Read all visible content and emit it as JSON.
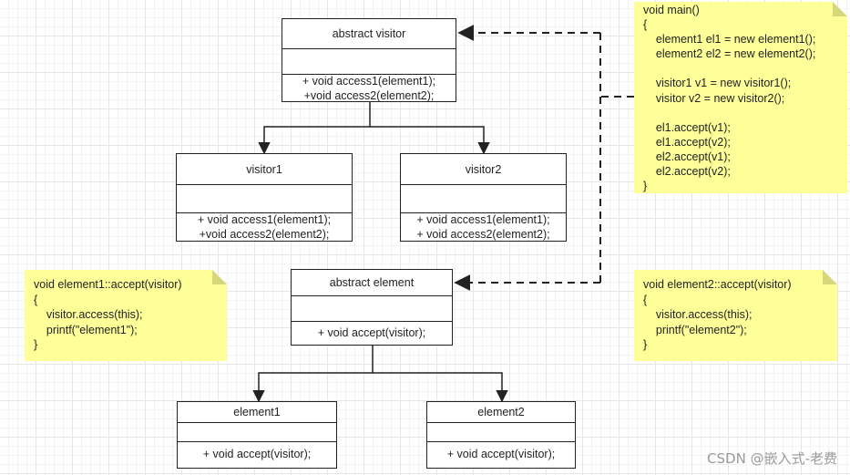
{
  "classes": {
    "abstract_visitor": {
      "name": "abstract visitor",
      "methods": [
        "+ void access1(element1);",
        "+void access2(element2);"
      ]
    },
    "visitor1": {
      "name": "visitor1",
      "methods": [
        "+ void access1(element1);",
        "+void access2(element2);"
      ]
    },
    "visitor2": {
      "name": "visitor2",
      "methods": [
        "+ void access1(element1);",
        "+ void access2(element2);"
      ]
    },
    "abstract_element": {
      "name": "abstract element",
      "methods": [
        "+ void accept(visitor);"
      ]
    },
    "element1": {
      "name": "element1",
      "methods": [
        "+ void accept(visitor);"
      ]
    },
    "element2": {
      "name": "element2",
      "methods": [
        "+ void accept(visitor);"
      ]
    }
  },
  "notes": {
    "main": [
      "void main()",
      "{",
      "    element1 el1 = new element1();",
      "    element2 el2 = new element2();",
      "",
      "    visitor1 v1 = new visitor1();",
      "    visitor v2 = new visitor2();",
      "",
      "    el1.accept(v1);",
      "    el1.accept(v2);",
      "    el2.accept(v1);",
      "    el2.accept(v2);",
      "}"
    ],
    "element1_accept": [
      "void element1::accept(visitor)",
      "{",
      "    visitor.access(this);",
      "    printf(\"element1\");",
      "}"
    ],
    "element2_accept": [
      "void element2::accept(visitor)",
      "{",
      "    visitor.access(this);",
      "    printf(\"element2\");",
      "}"
    ]
  },
  "watermark": "CSDN @嵌入式-老费",
  "colors": {
    "note_fill": "#ffff99",
    "line": "#222222",
    "grid": "#e6e6e6"
  }
}
